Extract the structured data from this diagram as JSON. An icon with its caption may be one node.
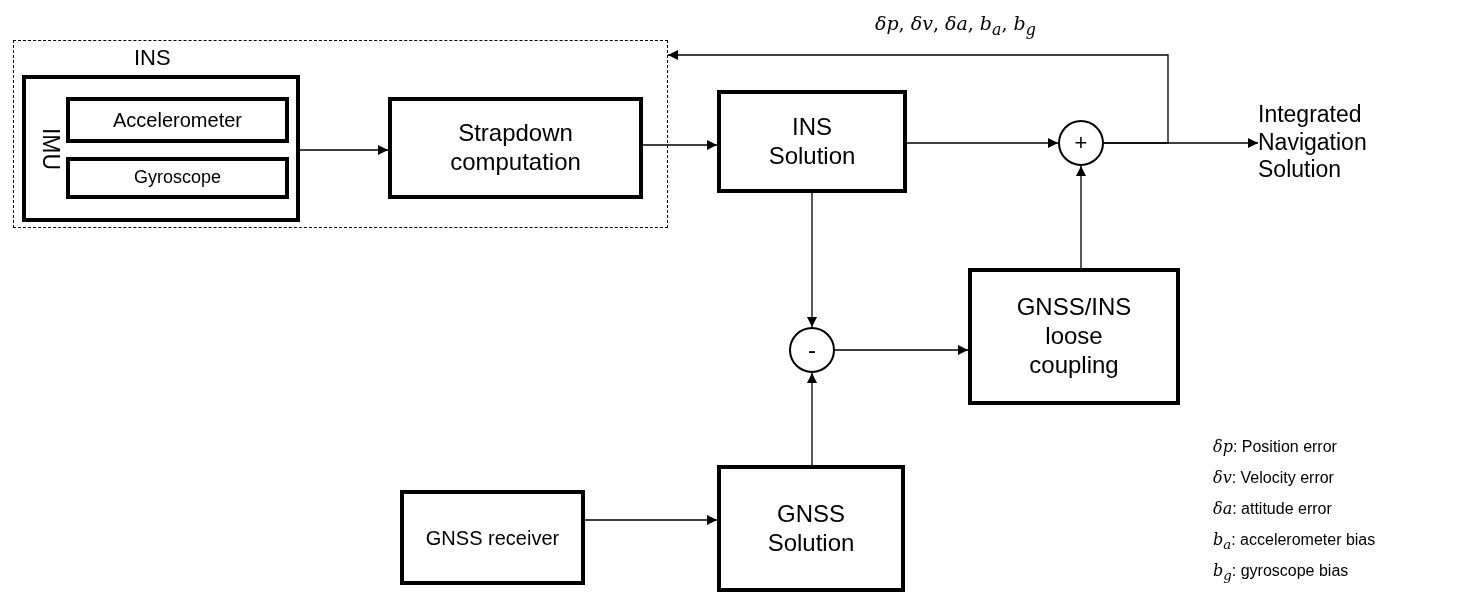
{
  "diagram": {
    "nodes": [
      {
        "text": [
          "INS"
        ]
      },
      {
        "text": [
          "IMU"
        ],
        "in": 0
      },
      {
        "text": [
          "Accelerometer"
        ],
        "in": 1
      },
      {
        "text": [
          "Gyroscope"
        ],
        "in": 1
      },
      {
        "text": [
          "Strapdown computation"
        ],
        "in": 0
      },
      {
        "text": [
          "INS Solution"
        ]
      },
      {
        "text": [
          "+"
        ]
      },
      {
        "text": [
          "Integrated Navigation Solution"
        ]
      },
      {
        "text": [
          "-"
        ]
      },
      {
        "text": [
          "GNSS/INS loose coupling"
        ]
      },
      {
        "text": [
          "GNSS receiver"
        ]
      },
      {
        "text": [
          "GNSS Solution"
        ]
      }
    ],
    "edges": [
      {
        "from": 1,
        "to": 4,
        "arrow": "to"
      },
      {
        "from": 4,
        "to": 5,
        "arrow": "to"
      },
      {
        "from": 5,
        "to": 6,
        "arrow": "to"
      },
      {
        "from": 6,
        "to": 7,
        "arrow": "to"
      },
      {
        "from": 6,
        "to": 0,
        "arrow": "to",
        "label": "*δp*, *δv*, *δa*, *b*$_{a}$, *b*$_{g}$"
      },
      {
        "from": 5,
        "to": 8,
        "arrow": "to"
      },
      {
        "from": 8,
        "to": 9,
        "arrow": "to"
      },
      {
        "from": 9,
        "to": 6,
        "arrow": "to"
      },
      {
        "from": 10,
        "to": 11,
        "arrow": "to"
      },
      {
        "from": 11,
        "to": 8,
        "arrow": "to"
      }
    ],
    "labels": [
      "*δp*: Position error",
      "*δv*: Velocity error",
      "*δa*: attitude error",
      "*b*$_{a}$: accelerometer bias",
      "*b*$_{g}$: gyroscope bias"
    ]
  }
}
